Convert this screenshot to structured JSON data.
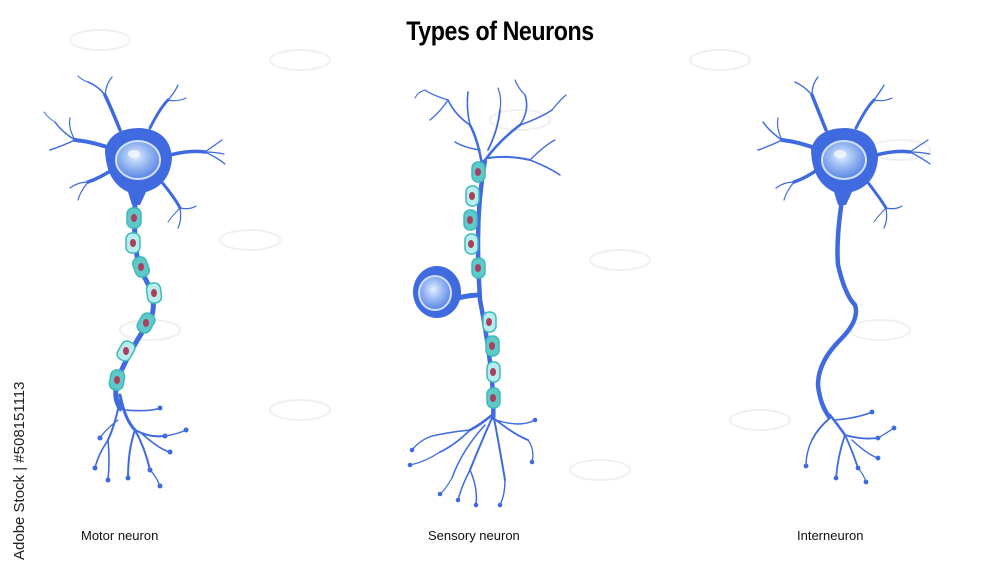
{
  "title": "Types of Neurons",
  "neurons": [
    {
      "label": "Motor neuron"
    },
    {
      "label": "Sensory neuron"
    },
    {
      "label": "Interneuron"
    }
  ],
  "stock_credit": "Adobe Stock | #508151113",
  "colors": {
    "neuron_blue": "#3f6ae0",
    "nucleus_light": "#a7c6f2",
    "myelin_teal": "#5fc8c8",
    "myelin_light": "#b9ecec",
    "schwann_nucleus": "#a8405e",
    "background": "#ffffff"
  }
}
